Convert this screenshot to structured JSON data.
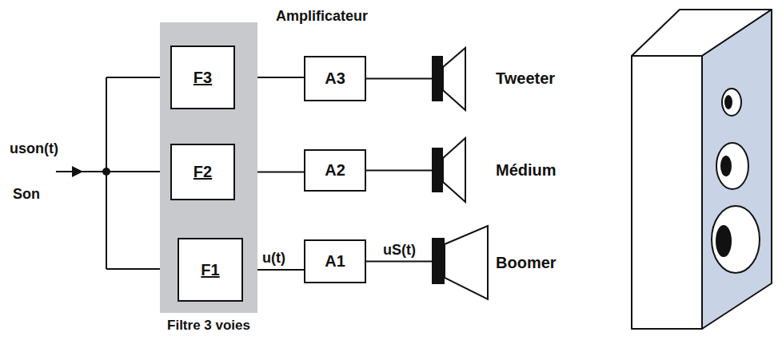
{
  "diagram": {
    "nodes": [
      {
        "text": [
          "Filtre 3 voies"
        ]
      },
      {
        "text": [
          "F3"
        ],
        "in": 0
      },
      {
        "text": [
          "F2"
        ],
        "in": 0
      },
      {
        "text": [
          "F1"
        ],
        "in": 0
      },
      {
        "text": [
          "A3"
        ]
      },
      {
        "text": [
          "A2"
        ]
      },
      {
        "text": [
          "A1"
        ]
      },
      {
        "text": [
          "Tweeter"
        ]
      },
      {
        "text": [
          "Médium"
        ]
      },
      {
        "text": [
          "Boomer"
        ]
      }
    ],
    "edges": [
      {
        "from": 1,
        "to": 4,
        "arrow": "none"
      },
      {
        "from": 4,
        "to": 7,
        "arrow": "none"
      },
      {
        "from": 2,
        "to": 5,
        "arrow": "none"
      },
      {
        "from": 5,
        "to": 8,
        "arrow": "none"
      },
      {
        "from": 3,
        "to": 6,
        "label": "u(t)",
        "arrow": "none"
      },
      {
        "from": 6,
        "to": 9,
        "label": "uS(t)",
        "arrow": "none"
      }
    ],
    "labels": [
      "Amplificateur",
      "uson(t)",
      "Son"
    ]
  }
}
